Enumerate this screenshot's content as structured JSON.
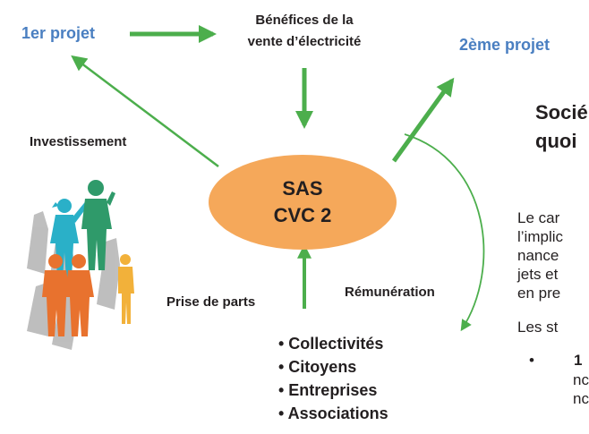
{
  "diagram": {
    "project1": "1er projet",
    "project2": "2ème projet",
    "benefits_line1": "Bénéfices de la",
    "benefits_line2": "vente d’électricité",
    "investment": "Investissement",
    "center_line1": "SAS",
    "center_line2": "CVC 2",
    "share_purchase": "Prise de parts",
    "remuneration": "Rémunération",
    "stakeholders": [
      "• Collectivités",
      "• Citoyens",
      "• Entreprises",
      "• Associations"
    ],
    "colors": {
      "arrow_green": "#4cae4c",
      "ellipse_orange": "#f5a85a",
      "blue_text": "#4a7fc1",
      "people": [
        "#2ab0c8",
        "#2f9a6a",
        "#e8722e",
        "#f2b13a",
        "#b8b8b8"
      ]
    }
  },
  "side_text": {
    "title_line1": "Socié",
    "title_line2": "quoi",
    "para": [
      "Le car",
      "l’implic",
      "nance",
      "jets et",
      "en pre"
    ],
    "les": "Les st",
    "bullet": "•",
    "bullet_bold": "1",
    "bullet_cont": [
      "nc",
      "nc"
    ]
  }
}
